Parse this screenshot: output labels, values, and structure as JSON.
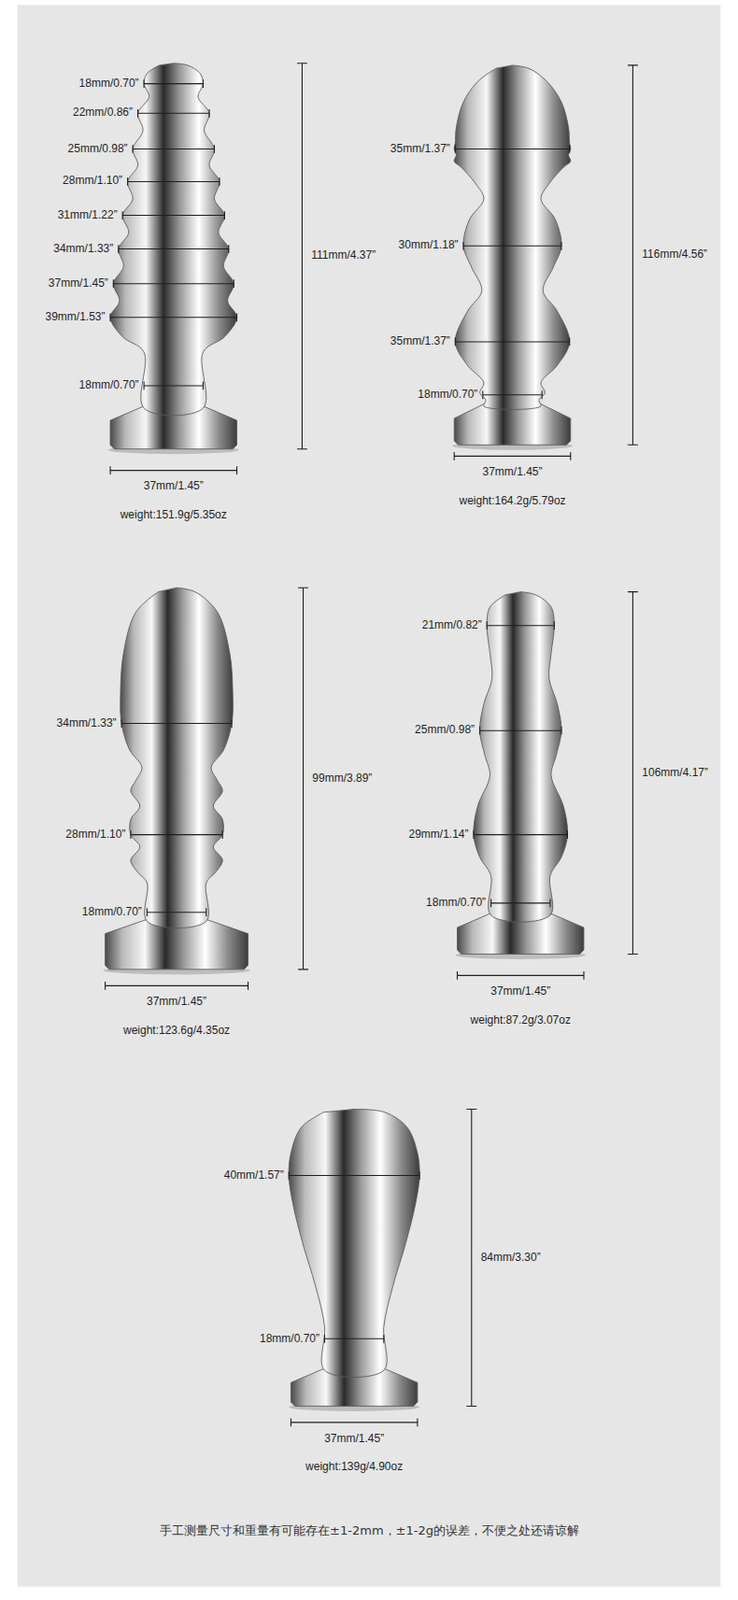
{
  "diagram": {
    "caption": "手工测量尺寸和重量有可能存在±1-2mm，±1-2g的误差，不便之处还请谅解",
    "labels": [
      "18mm/0.70”",
      "22mm/0.86”",
      "25mm/0.98”",
      "28mm/1.10”",
      "31mm/1.22”",
      "34mm/1.33”",
      "37mm/1.45”",
      "39mm/1.53”",
      "18mm/0.70”",
      "111mm/4.37”",
      "37mm/1.45”",
      "weight:151.9g/5.35oz",
      "35mm/1.37”",
      "30mm/1.18”",
      "35mm/1.37”",
      "18mm/0.70”",
      "116mm/4.56”",
      "37mm/1.45”",
      "weight:164.2g/5.79oz",
      "34mm/1.33”",
      "28mm/1.10”",
      "18mm/0.70”",
      "99mm/3.89”",
      "37mm/1.45”",
      "weight:123.6g/4.35oz",
      "21mm/0.82”",
      "25mm/0.98”",
      "29mm/1.14”",
      "18mm/0.70”",
      "106mm/4.17”",
      "37mm/1.45”",
      "weight:87.2g/3.07oz",
      "40mm/1.57”",
      "18mm/0.70”",
      "84mm/3.30”",
      "37mm/1.45”",
      "weight:139g/4.90oz"
    ]
  }
}
